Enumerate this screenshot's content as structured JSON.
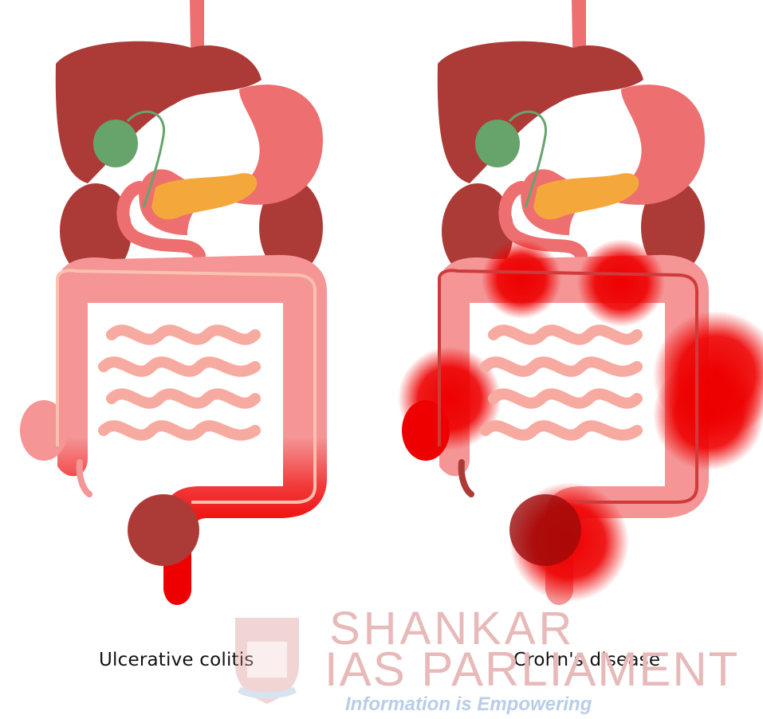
{
  "panels": [
    {
      "caption": "Ulcerative colitis"
    },
    {
      "caption": "Crohn's disease"
    }
  ],
  "watermark": {
    "line1": "SHANKAR",
    "line2": "IAS PARLIAMENT",
    "line3": "Information is Empowering"
  },
  "colors": {
    "liver": "#ac3b37",
    "stomach": "#ee6f6f",
    "gallbladder": "#66a46b",
    "pancreas": "#f4a83b",
    "colon": "#f59595",
    "small_intestine": "#f7aaa0",
    "inflammation": "#ee0000"
  }
}
